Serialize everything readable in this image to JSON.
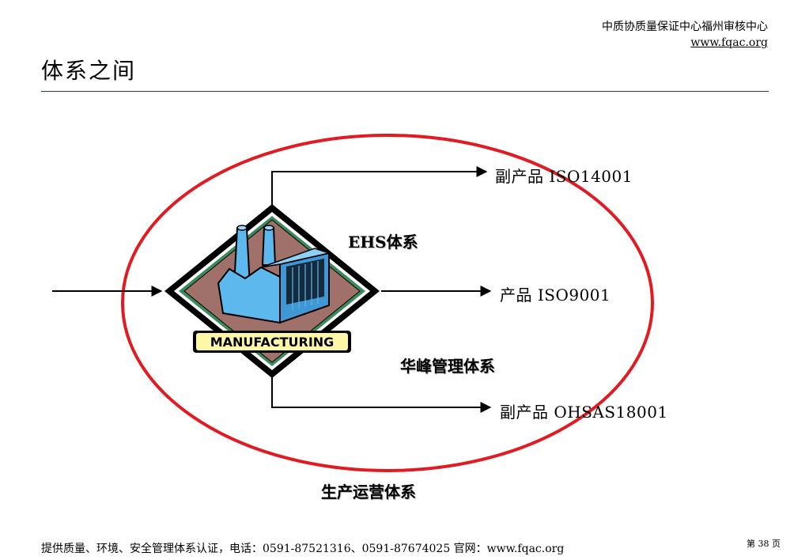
{
  "header": {
    "org": "中质协质量保证中心福州审核中心",
    "url": "www.fqac.org"
  },
  "title": "体系之间",
  "diagram": {
    "factory_label": "MANUFACTURING",
    "outputs": {
      "byproduct_top": "副产品 ISO14001",
      "product": "产品 ISO9001",
      "byproduct_bottom": "副产品 OHSAS18001"
    },
    "systems": {
      "ehs": "EHS体系",
      "huafeng": "华峰管理体系",
      "operations": "生产运营体系"
    },
    "colors": {
      "ellipse": "#e01b22",
      "diamond_fill": "#a0716a",
      "building": "#5db8ee",
      "label_bg": "#fff7a8"
    }
  },
  "footer": {
    "contact": "提供质量、环境、安全管理体系认证，电话：0591-87521316、0591-87674025  官网：www.fqac.org",
    "page": "第 38 页"
  }
}
